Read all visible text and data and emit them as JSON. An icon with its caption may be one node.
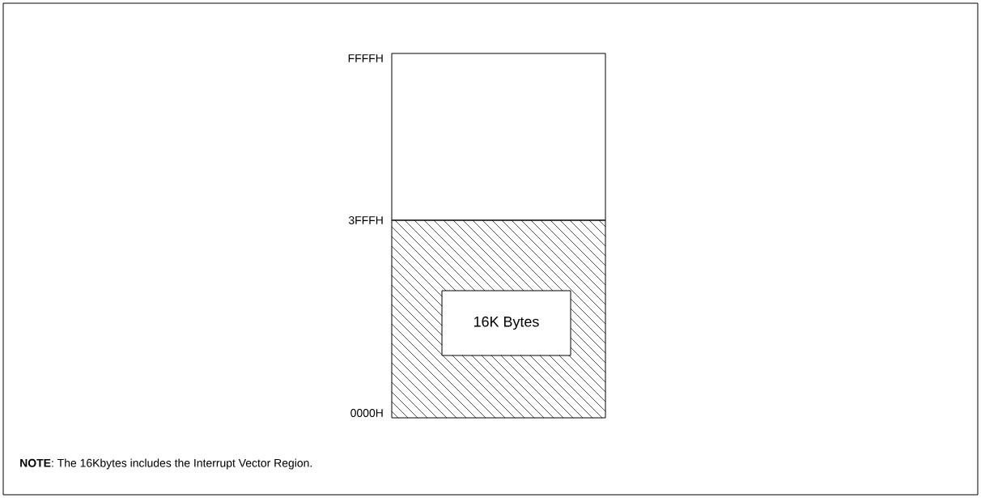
{
  "diagram": {
    "nodes": [
      {
        "text": [],
        "shape": "box"
      },
      {
        "text": [],
        "shape": "box"
      },
      {
        "text": [
          "16K Bytes"
        ],
        "in": 1
      }
    ],
    "labels": [
      "FFFFH",
      "3FFFH",
      "0000H",
      "**NOTE**: The 16Kbytes includes the Interrupt Vector Region."
    ]
  }
}
